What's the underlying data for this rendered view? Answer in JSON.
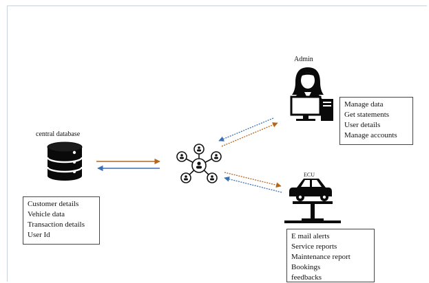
{
  "database": {
    "title": "central database",
    "items": [
      "Customer details",
      "Vehicle data",
      "Transaction details",
      "User Id"
    ]
  },
  "admin": {
    "title": "Admin",
    "items": [
      "Manage data",
      "Get statements",
      "User details",
      "Manage accounts"
    ]
  },
  "vehicle": {
    "title": "ECU",
    "items": [
      "E mail alerts",
      "Service reports",
      "Maintenance report",
      "Bookings",
      "feedbacks"
    ]
  },
  "colors": {
    "arrow_orange": "#b5651d",
    "arrow_blue": "#3a6fb5",
    "icon_fill": "#0a0a0a"
  }
}
